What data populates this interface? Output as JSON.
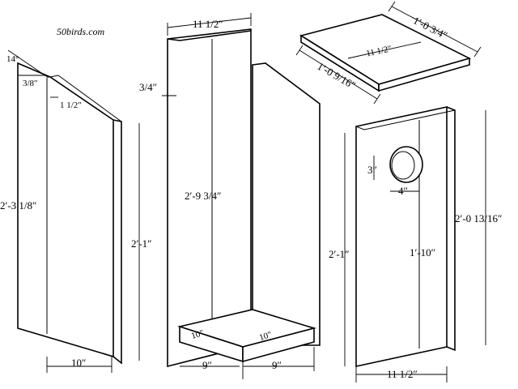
{
  "site_label": "50birds.com",
  "dimensions": {
    "side_top_angle": "14°",
    "side_top_offset": "3/8″",
    "side_top_width": "1 1/2″",
    "side_left_height": "2′-3 1/8″",
    "side_right_height": "2′-1″",
    "side_bottom_width": "10″",
    "back_top_width": "11 1/2″",
    "back_offset": "3/4″",
    "back_height": "2′-9 3/4″",
    "floor_depth": "10″",
    "floor_width": "10″",
    "floor_front": "9″",
    "floor_side": "9″",
    "roof_back": "1′-0 3/4″",
    "roof_width": "11 1/2″",
    "roof_front": "1′-0 9/16″",
    "front_hole_height": "3″",
    "front_hole_width": "4″",
    "front_left_height": "2′-1″",
    "front_hole_to_bottom": "1′-10″",
    "front_right_height": "2′-0 13/16″",
    "front_bottom_width": "11 1/2″"
  }
}
